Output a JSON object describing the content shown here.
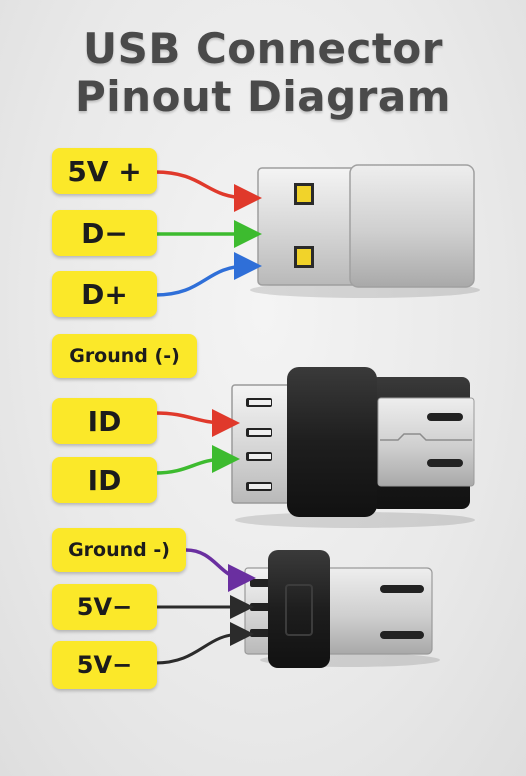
{
  "title": {
    "line1": "USB Connector",
    "line2": "Pinout Diagram"
  },
  "colors": {
    "label_bg": "#fbe829",
    "wire_red": "#e0392b",
    "wire_green": "#3dbb2f",
    "wire_blue": "#2f6fd8",
    "wire_purple": "#6a2fa0",
    "wire_black": "#2b2b2b"
  },
  "usb_a": {
    "labels": [
      "5V +",
      "D−",
      "D+"
    ],
    "wires": [
      "red",
      "green",
      "blue"
    ]
  },
  "micro_usb": {
    "labels": [
      "Ground (-)",
      "ID",
      "ID"
    ],
    "wires": [
      "red",
      "green"
    ]
  },
  "mini_usb": {
    "labels": [
      "Ground -)",
      "5V−",
      "5V−"
    ],
    "wires": [
      "purple",
      "black",
      "black"
    ]
  }
}
